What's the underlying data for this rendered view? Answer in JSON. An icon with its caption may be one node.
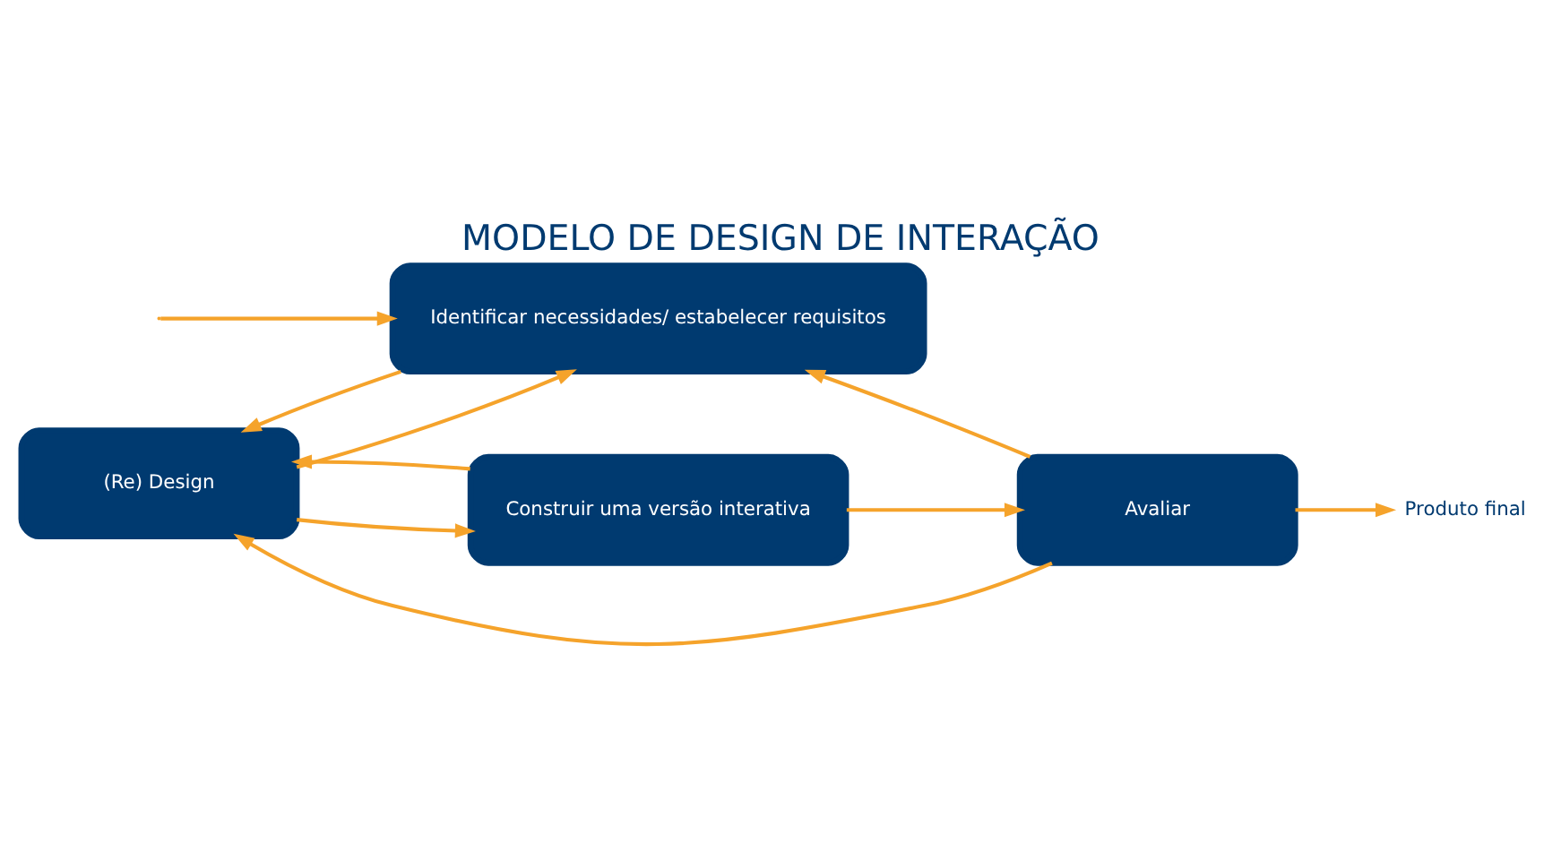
{
  "diagram": {
    "title": "MODELO DE DESIGN DE INTERAÇÃO",
    "nodes": [
      {
        "text": [
          "Identificar necessidades/ estabelecer requisitos"
        ]
      },
      {
        "text": [
          "(Re) Design"
        ]
      },
      {
        "text": [
          "Avaliar"
        ]
      },
      {
        "text": [
          "Construir uma versão interativa"
        ]
      },
      {
        "text": [
          "Produto final"
        ]
      }
    ],
    "edges": [
      {
        "from": null,
        "to": 0,
        "arrow": "to"
      },
      {
        "from": 0,
        "to": 1,
        "arrow": "to"
      },
      {
        "from": 1,
        "to": 0,
        "arrow": "to"
      },
      {
        "from": 2,
        "to": 0,
        "arrow": "to"
      },
      {
        "from": 2,
        "to": 1,
        "arrow": "to"
      },
      {
        "from": 3,
        "to": 1,
        "arrow": "to"
      },
      {
        "from": 1,
        "to": 3,
        "arrow": "to"
      },
      {
        "from": 3,
        "to": 2,
        "arrow": "to"
      },
      {
        "from": 2,
        "to": 4,
        "arrow": "to"
      }
    ]
  }
}
